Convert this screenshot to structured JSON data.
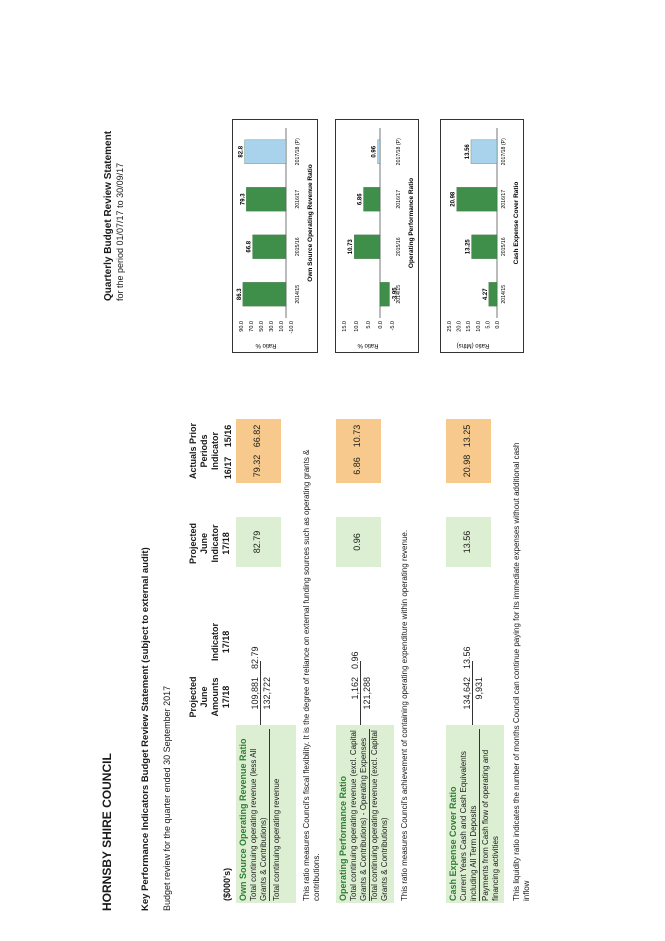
{
  "header": {
    "council": "HORNSBY SHIRE COUNCIL",
    "report_title": "Quarterly Budget Review Statement",
    "period": "for the period 01/07/17 to 30/09/17",
    "section_title": "Key Performance Indicators Budget Review Statement (subject to external audit)",
    "subtitle": "Budget review for the quarter ended 30 September 2017"
  },
  "columns": {
    "unit": "($000's)",
    "amounts": "Projected June Amounts 17/18",
    "indicator": "Indicator 17/18",
    "projected": "Projected June Indicator 17/18",
    "actuals": "Actuals Prior Periods Indicator",
    "y1": "16/17",
    "y2": "15/16"
  },
  "kpis": [
    {
      "title": "Own Source Operating Revenue Ratio",
      "line1": "Total continuing operating revenue (less All Grants & Contributions)",
      "line2": "Total continuing operating revenue",
      "amount1": "109,881",
      "amount2": "132,722",
      "indicator": "82.79",
      "projected": "82.79",
      "actual_1617": "79.32",
      "actual_1516": "66.82",
      "note": "This ratio measures Council's fiscal flexibility. It is the degree of reliance on external funding sources such as operating grants & contributions.",
      "chart": {
        "title": "Own Source Operating Revenue Ratio",
        "ylabel": "Ratio %",
        "yticks": [
          "-10.0",
          "10.0",
          "30.0",
          "50.0",
          "70.0",
          "90.0"
        ],
        "ylim": [
          -10,
          90
        ],
        "categories": [
          "2014/15",
          "2015/16",
          "2016/17",
          "2017/18 (P)"
        ],
        "values": [
          86.3,
          66.8,
          79.3,
          82.8
        ],
        "labels": [
          "86.3",
          "66.8",
          "79.3",
          "82.8"
        ]
      }
    },
    {
      "title": "Operating Performance Ratio",
      "line1": "Total continuing operating revenue (excl. Capital Grants & Contributions) - Operating Expenses",
      "line2": "Total continuing operating revenue (excl. Capital Grants & Contributions)",
      "amount1": "1,162",
      "amount2": "121,288",
      "indicator": "0.96",
      "projected": "0.96",
      "actual_1617": "6.86",
      "actual_1516": "10.73",
      "note": "This ratio measures Council's achievement of containing operating expenditure within operating revenue.",
      "chart": {
        "title": "Operating Performance Ratio",
        "ylabel": "Ratio %",
        "yticks": [
          "-5.0",
          "0.0",
          "5.0",
          "10.0",
          "15.0"
        ],
        "ylim": [
          -5,
          15
        ],
        "categories": [
          "2014/15",
          "2015/16",
          "2016/17",
          "2017/18 (P)"
        ],
        "values": [
          -3.95,
          10.73,
          6.86,
          0.96
        ],
        "labels": [
          "-3.95",
          "10.73",
          "6.86",
          "0.96"
        ]
      }
    },
    {
      "title": "Cash Expense Cover Ratio",
      "line1": "Current Years Cash and Cash Equivalents including All Term Deposits",
      "line2": "Payments from Cash flow of operating and financing activities",
      "amount1": "134,642",
      "amount2": "9,931",
      "indicator": "13.56",
      "projected": "13.56",
      "actual_1617": "20.98",
      "actual_1516": "13.25",
      "note": "This liquidity ratio indicates the number of months Council can continue paying for its immediate expenses without additional cash inflow",
      "chart": {
        "title": "Cash Expense Cover Ratio",
        "ylabel": "Ratio (Mths)",
        "yticks": [
          "0.0",
          "5.0",
          "10.0",
          "15.0",
          "20.0",
          "25.0"
        ],
        "ylim": [
          0,
          25
        ],
        "categories": [
          "2014/15",
          "2015/16",
          "2016/17",
          "2017/18 (P)"
        ],
        "values": [
          4.27,
          13.25,
          20.98,
          13.56
        ],
        "labels": [
          "4.27",
          "13.25",
          "20.98",
          "13.56"
        ]
      }
    }
  ],
  "colors": {
    "bar": "#3f8f4a",
    "bar_projected": "#a9d3ec",
    "green_box": "#dcefd2",
    "orange_box": "#f7c98c",
    "title_green": "#2e7d32"
  }
}
